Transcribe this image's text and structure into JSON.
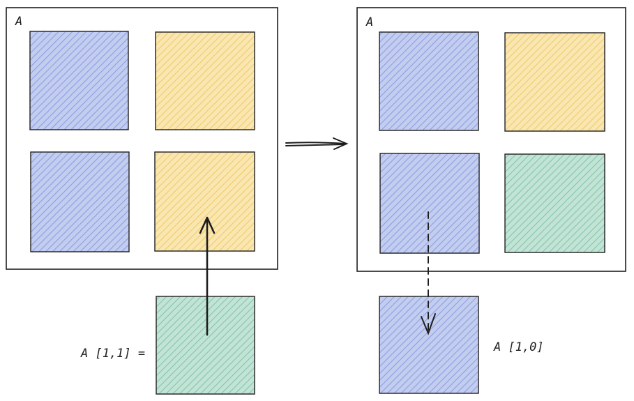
{
  "colors": {
    "stroke": "#1e1e1e",
    "blue": "#a5b4e8",
    "yellow": "#f7d98b",
    "green": "#9fd3c0"
  },
  "left_panel": {
    "label": "A",
    "cells": [
      {
        "name": "left-cell-0-0",
        "color": "blue"
      },
      {
        "name": "left-cell-0-1",
        "color": "yellow"
      },
      {
        "name": "left-cell-1-0",
        "color": "blue"
      },
      {
        "name": "left-cell-1-1",
        "color": "yellow"
      }
    ]
  },
  "right_panel": {
    "label": "A",
    "cells": [
      {
        "name": "right-cell-0-0",
        "color": "blue"
      },
      {
        "name": "right-cell-0-1",
        "color": "yellow"
      },
      {
        "name": "right-cell-1-0",
        "color": "blue"
      },
      {
        "name": "right-cell-1-1",
        "color": "green"
      }
    ]
  },
  "left_block": {
    "label": "A [1,1] =",
    "color": "green"
  },
  "right_block": {
    "label": "A [1,0]",
    "color": "blue"
  },
  "icons": {
    "transition": "arrow-right-icon",
    "assign": "arrow-up-icon",
    "read": "dashed-arrow-down-icon"
  }
}
